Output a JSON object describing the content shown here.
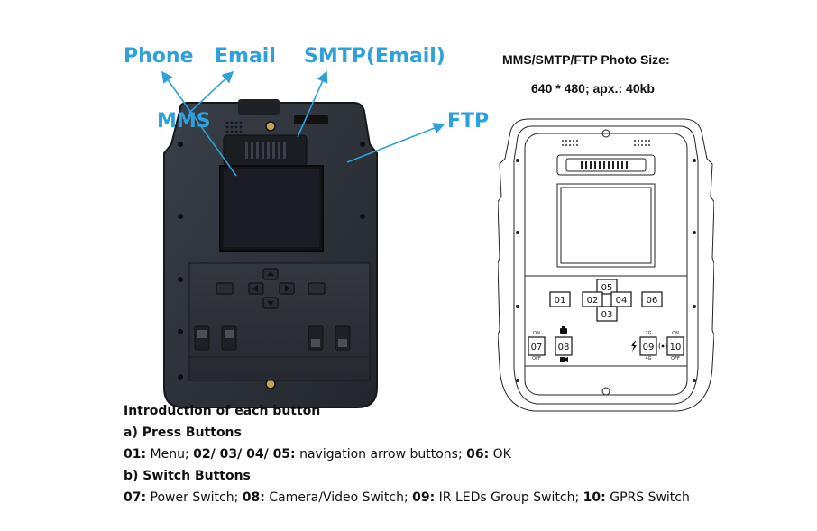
{
  "callouts": {
    "phone": "Phone",
    "email": "Email",
    "smtp": "SMTP(Email)",
    "mms": "MMS",
    "ftp": "FTP"
  },
  "spec": {
    "line1": "MMS/SMTP/FTP Photo Size:",
    "line2": "640 * 480; apx.: 40kb"
  },
  "diagram": {
    "buttons": [
      "01",
      "02",
      "03",
      "04",
      "05",
      "06"
    ],
    "switches": [
      "07",
      "08",
      "09",
      "10"
    ],
    "small_labels": {
      "on": "ON",
      "off": "OFF",
      "ir_top": "1G",
      "ir_bottom": "4G"
    }
  },
  "intro": {
    "title": "Introduction of each button",
    "press_heading": "a) Press Buttons",
    "press_line": [
      {
        "code": "01:",
        "text": " Menu; "
      },
      {
        "code": "02/ 03/ 04/ 05:",
        "text": " navigation arrow buttons; "
      },
      {
        "code": "06:",
        "text": " OK"
      }
    ],
    "switch_heading": "b) Switch Buttons",
    "switch_line": [
      {
        "code": "07:",
        "text": " Power Switch; "
      },
      {
        "code": "08:",
        "text": " Camera/Video Switch; "
      },
      {
        "code": "09:",
        "text": " IR LEDs Group Switch; "
      },
      {
        "code": "10:",
        "text": " GPRS Switch"
      }
    ]
  },
  "colors": {
    "callout": "#2ea0dc",
    "device_body": "#2b2f36",
    "screen": "#1c1c24"
  }
}
